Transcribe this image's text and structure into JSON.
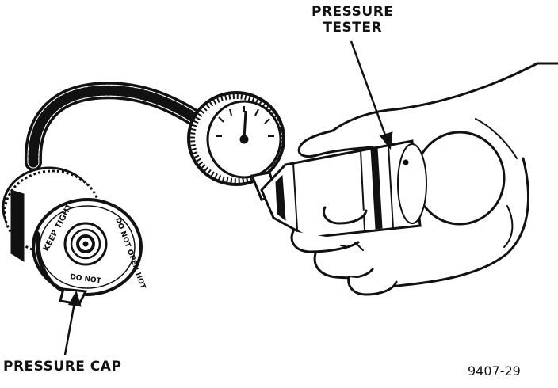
{
  "labels": {
    "tester_line1": "PRESSURE",
    "tester_line2": "TESTER",
    "cap": "PRESSURE CAP",
    "figure_number": "9407-29"
  },
  "cap_text": {
    "top_left": "KEEP TIGHT",
    "right": "DO NOT OPEN HOT",
    "bottom": "DO NOT"
  },
  "colors": {
    "ink": "#111111",
    "paper": "#ffffff"
  }
}
